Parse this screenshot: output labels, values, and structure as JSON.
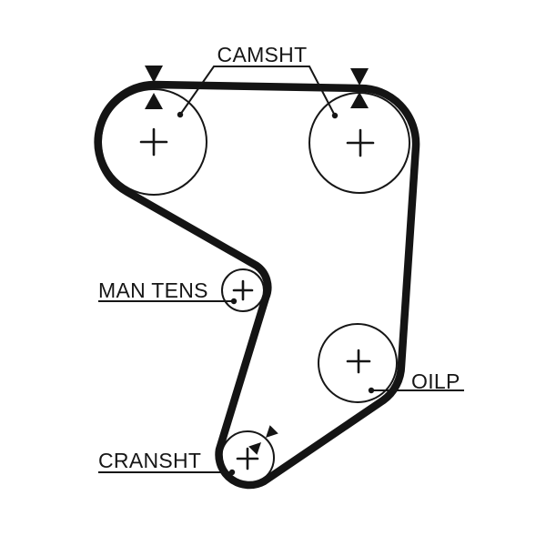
{
  "diagram": {
    "type": "timing-belt-routing-diagram",
    "colors": {
      "background": "#ffffff",
      "line": "#161616",
      "belt": "#141414"
    },
    "labels": {
      "camshaft": "CAMSHT",
      "manual_tensioner": "MAN TENS",
      "crankshaft": "CRANSHT",
      "oil_pump": "OILP"
    },
    "components": [
      {
        "name": "camshaft pulley left",
        "label": "CAMSHT",
        "center_mark": "+",
        "timing_marks": "double triangle at top"
      },
      {
        "name": "camshaft pulley right",
        "label": "CAMSHT",
        "center_mark": "+",
        "timing_marks": "double triangle at top"
      },
      {
        "name": "manual tensioner",
        "label": "MAN TENS",
        "center_mark": "+",
        "timing_marks": "none"
      },
      {
        "name": "oil pump pulley",
        "label": "OILP",
        "center_mark": "+",
        "timing_marks": "none"
      },
      {
        "name": "crankshaft pulley",
        "label": "CRANSHT",
        "center_mark": "+",
        "timing_marks": "double triangle upper-right"
      }
    ]
  }
}
